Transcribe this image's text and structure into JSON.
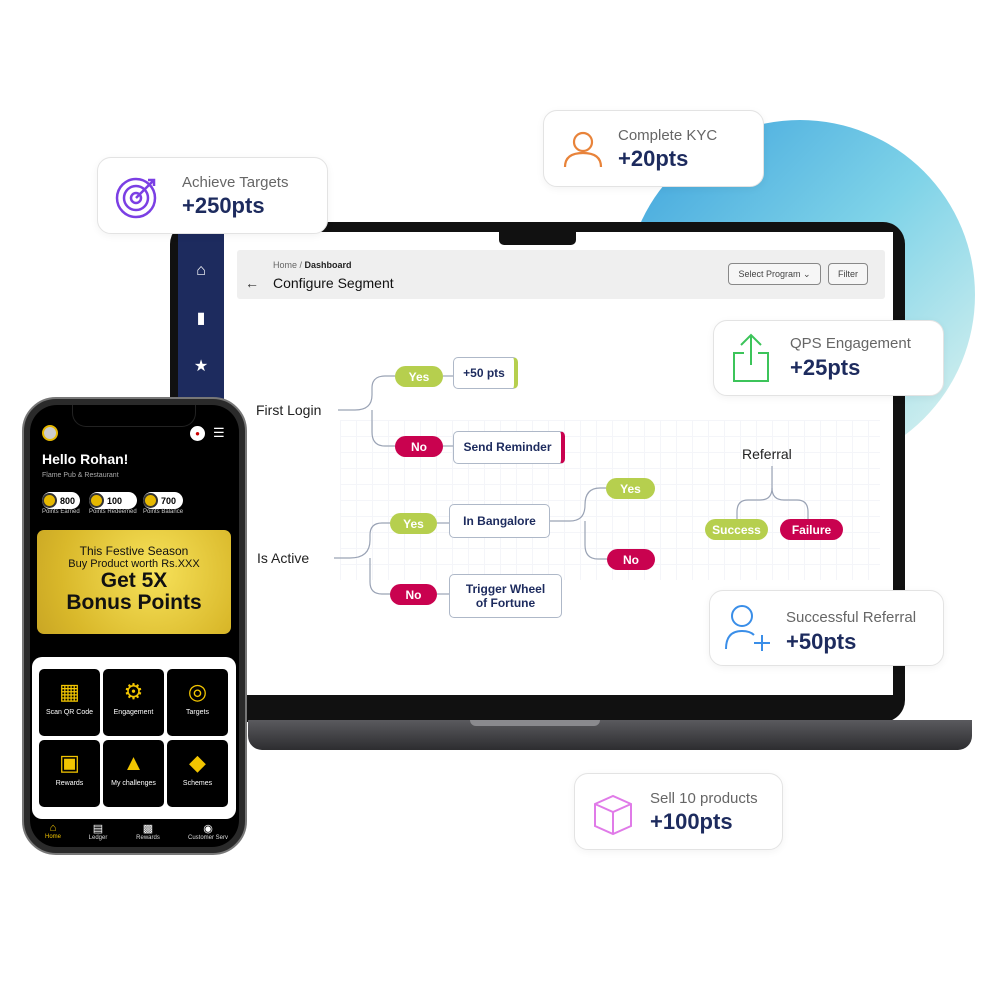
{
  "cards": {
    "targets": {
      "title": "Achieve Targets",
      "points": "+250pts",
      "icon": "target-icon",
      "color": "#7b3fe4"
    },
    "kyc": {
      "title": "Complete KYC",
      "points": "+20pts",
      "icon": "user-icon",
      "color": "#e8833a"
    },
    "qps": {
      "title": "QPS Engagement",
      "points": "+25pts",
      "icon": "share-icon",
      "color": "#3cc45a"
    },
    "referral": {
      "title": "Successful Referral",
      "points": "+50pts",
      "icon": "user-add-icon",
      "color": "#3a8ee8"
    },
    "sell": {
      "title": "Sell 10 products",
      "points": "+100pts",
      "icon": "box-icon",
      "color": "#e07be8"
    }
  },
  "dashboard": {
    "breadcrumb_home": "Home",
    "breadcrumb_sep": " / ",
    "breadcrumb_current": "Dashboard",
    "title": "Configure Segment",
    "select_program": "Select Program",
    "filter": "Filter",
    "flow": {
      "first_login": "First Login",
      "yes": "Yes",
      "no": "No",
      "plus50": "+50 pts",
      "send_reminder": "Send Reminder",
      "is_active": "Is Active",
      "in_bangalore": "In Bangalore",
      "trigger_wheel": "Trigger Wheel of Fortune",
      "referral": "Referral",
      "success": "Success",
      "failure": "Failure"
    }
  },
  "phone": {
    "greeting": "Hello Rohan!",
    "business": "Flame Pub & Restaurant",
    "stats": [
      {
        "value": "800",
        "label": "Points Earned"
      },
      {
        "value": "100",
        "label": "Points Redeemed"
      },
      {
        "value": "700",
        "label": "Points Balance"
      }
    ],
    "banner": {
      "line1": "This Festive Season",
      "line2": "Buy Product worth Rs.XXX",
      "line3": "Get 5X",
      "line4": "Bonus Points"
    },
    "tiles": [
      "Scan QR Code",
      "Engagement",
      "Targets",
      "Rewards",
      "My challenges",
      "Schemes"
    ],
    "nav": [
      "Home",
      "Ledger",
      "Rewards",
      "Customer Serv"
    ]
  }
}
